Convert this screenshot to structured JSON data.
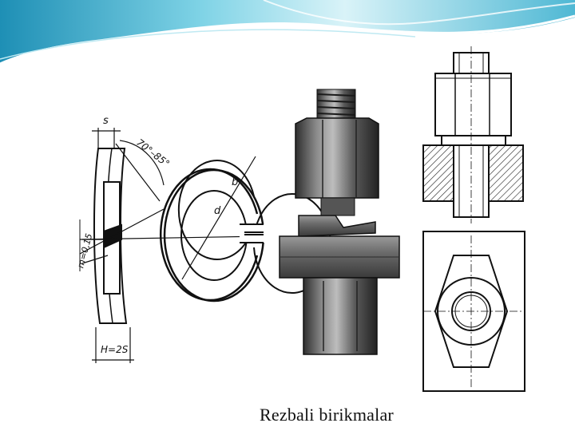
{
  "caption": "Rezbali birikmalar",
  "labels": {
    "s": "s",
    "angle": "70°–85°",
    "m": "m=0,15",
    "h": "H=2S",
    "d": "d",
    "b": "b"
  },
  "colors": {
    "banner_light": "#cfeff5",
    "banner_mid": "#7fd3e6",
    "banner_dark": "#2f9fc0",
    "ink": "#111111",
    "metal_dark": "#3a3a3a",
    "metal_mid": "#6b6b6b",
    "metal_light": "#a8a8a8"
  }
}
